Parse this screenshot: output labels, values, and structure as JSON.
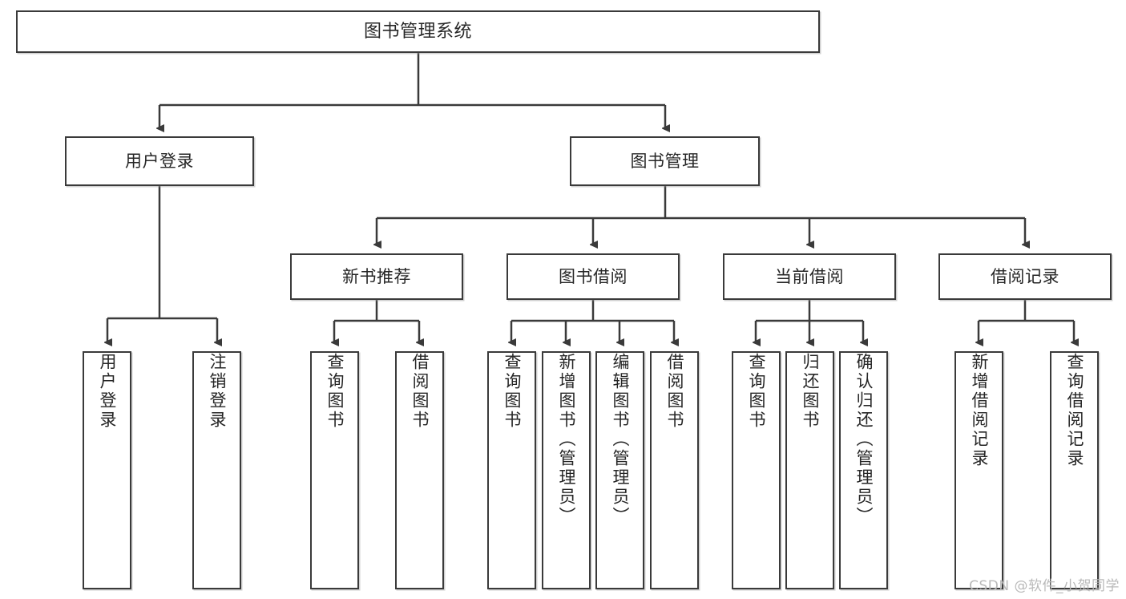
{
  "diagram": {
    "title": "图书管理系统",
    "type": "tree-hierarchy",
    "root": {
      "label": "图书管理系统"
    },
    "level2": [
      {
        "label": "用户登录"
      },
      {
        "label": "图书管理"
      }
    ],
    "level3": [
      {
        "label": "新书推荐"
      },
      {
        "label": "图书借阅"
      },
      {
        "label": "当前借阅"
      },
      {
        "label": "借阅记录"
      }
    ],
    "leaves": {
      "user_login": [
        {
          "label": "用户登录"
        },
        {
          "label": "注销登录"
        }
      ],
      "new_book_recommend": [
        {
          "label": "查询图书"
        },
        {
          "label": "借阅图书"
        }
      ],
      "book_borrow": [
        {
          "label": "查询图书"
        },
        {
          "label": "新增图书（管理员）"
        },
        {
          "label": "编辑图书（管理员）"
        },
        {
          "label": "借阅图书"
        }
      ],
      "current_borrow": [
        {
          "label": "查询图书"
        },
        {
          "label": "归还图书"
        },
        {
          "label": "确认归还（管理员）"
        }
      ],
      "borrow_record": [
        {
          "label": "新增借阅记录"
        },
        {
          "label": "查询借阅记录"
        }
      ]
    }
  },
  "watermark": {
    "text": "CSDN @软件_小贺同学"
  },
  "colors": {
    "border": "#3a3a3a",
    "text": "#262626",
    "background": "#ffffff",
    "watermark": "#b9b9b9"
  }
}
